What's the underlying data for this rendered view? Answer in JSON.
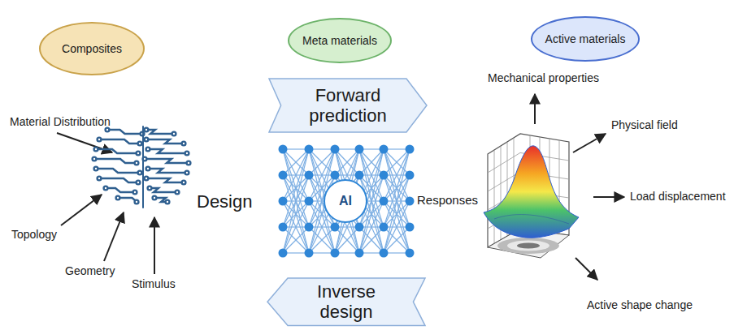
{
  "diagram": {
    "nodes": [
      {
        "text": [
          "Composites"
        ]
      },
      {
        "text": [
          "Meta materials"
        ]
      },
      {
        "text": [
          "Active materials"
        ]
      },
      {
        "text": [
          "Forward prediction"
        ]
      },
      {
        "text": [
          "AI"
        ]
      },
      {
        "text": [
          "Inverse design"
        ]
      }
    ],
    "labels": [
      "Material Distribution",
      "Topology",
      "Geometry",
      "Stimulus",
      "Design",
      "Responses",
      "Mechanical properties",
      "Physical field",
      "Load displacement",
      "Active shape change"
    ]
  }
}
